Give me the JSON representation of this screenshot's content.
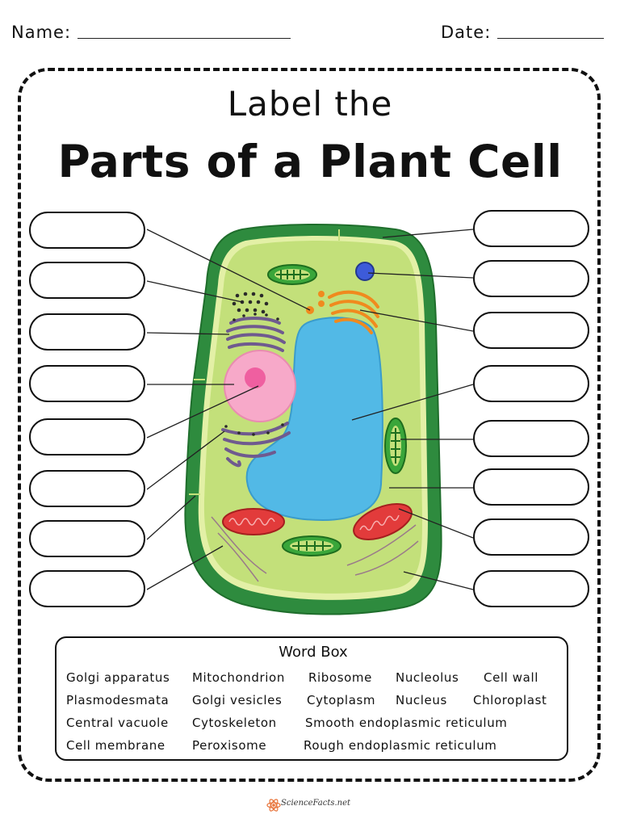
{
  "header": {
    "name_label": "Name:",
    "date_label": "Date:"
  },
  "title": {
    "line1": "Label the",
    "line2": "Parts of a Plant Cell"
  },
  "diagram": {
    "cell_wall_color": "#2e8b3e",
    "cytoplasm_color": "#c3e07a",
    "vacuole_color": "#52b9e6",
    "nucleus_color": "#f7a9c9",
    "mitochondria_color": "#e23b3b",
    "chloroplast_color": "#3aa63a",
    "golgi_color": "#f08a1e",
    "er_color": "#6f5a8f",
    "ribosome_color": "#2a2a2a",
    "peroxisome_color": "#3d5bd9",
    "label_boxes_left": 8,
    "label_boxes_right": 8
  },
  "word_box": {
    "title": "Word Box",
    "rows": [
      [
        "Golgi apparatus",
        "Mitochondrion",
        "Ribosome",
        "Nucleolus",
        "Cell wall"
      ],
      [
        "Plasmodesmata",
        "Golgi vesicles",
        "Cytoplasm",
        "Nucleus",
        "Chloroplast"
      ],
      [
        "Central vacuole",
        "Cytoskeleton",
        "Smooth endoplasmic reticulum"
      ],
      [
        "Cell membrane",
        "Peroxisome",
        "Rough endoplasmic reticulum"
      ]
    ]
  },
  "footer": {
    "logo_text": "ScienceFacts.net",
    "logo_icon": "atom-icon"
  }
}
